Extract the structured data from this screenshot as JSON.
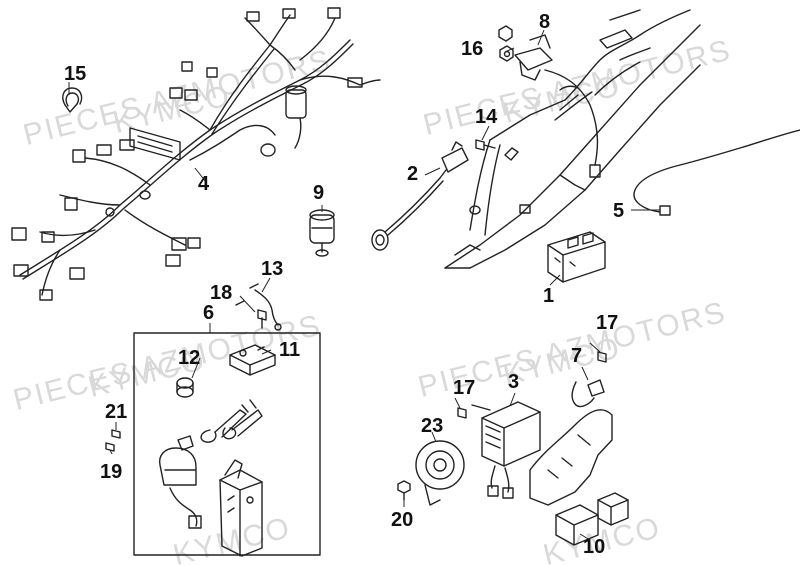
{
  "watermark": {
    "line1": "PIECES AZMOTORS",
    "line2": "KYMCO"
  },
  "callouts": {
    "c1": "1",
    "c2": "2",
    "c3": "3",
    "c4": "4",
    "c5": "5",
    "c6": "6",
    "c7": "7",
    "c8": "8",
    "c9": "9",
    "c10": "10",
    "c11": "11",
    "c12": "12",
    "c13": "13",
    "c14": "14",
    "c15": "15",
    "c16": "16",
    "c17a": "17",
    "c17b": "17",
    "c18": "18",
    "c19": "19",
    "c20": "20",
    "c21": "21",
    "c23": "23"
  }
}
